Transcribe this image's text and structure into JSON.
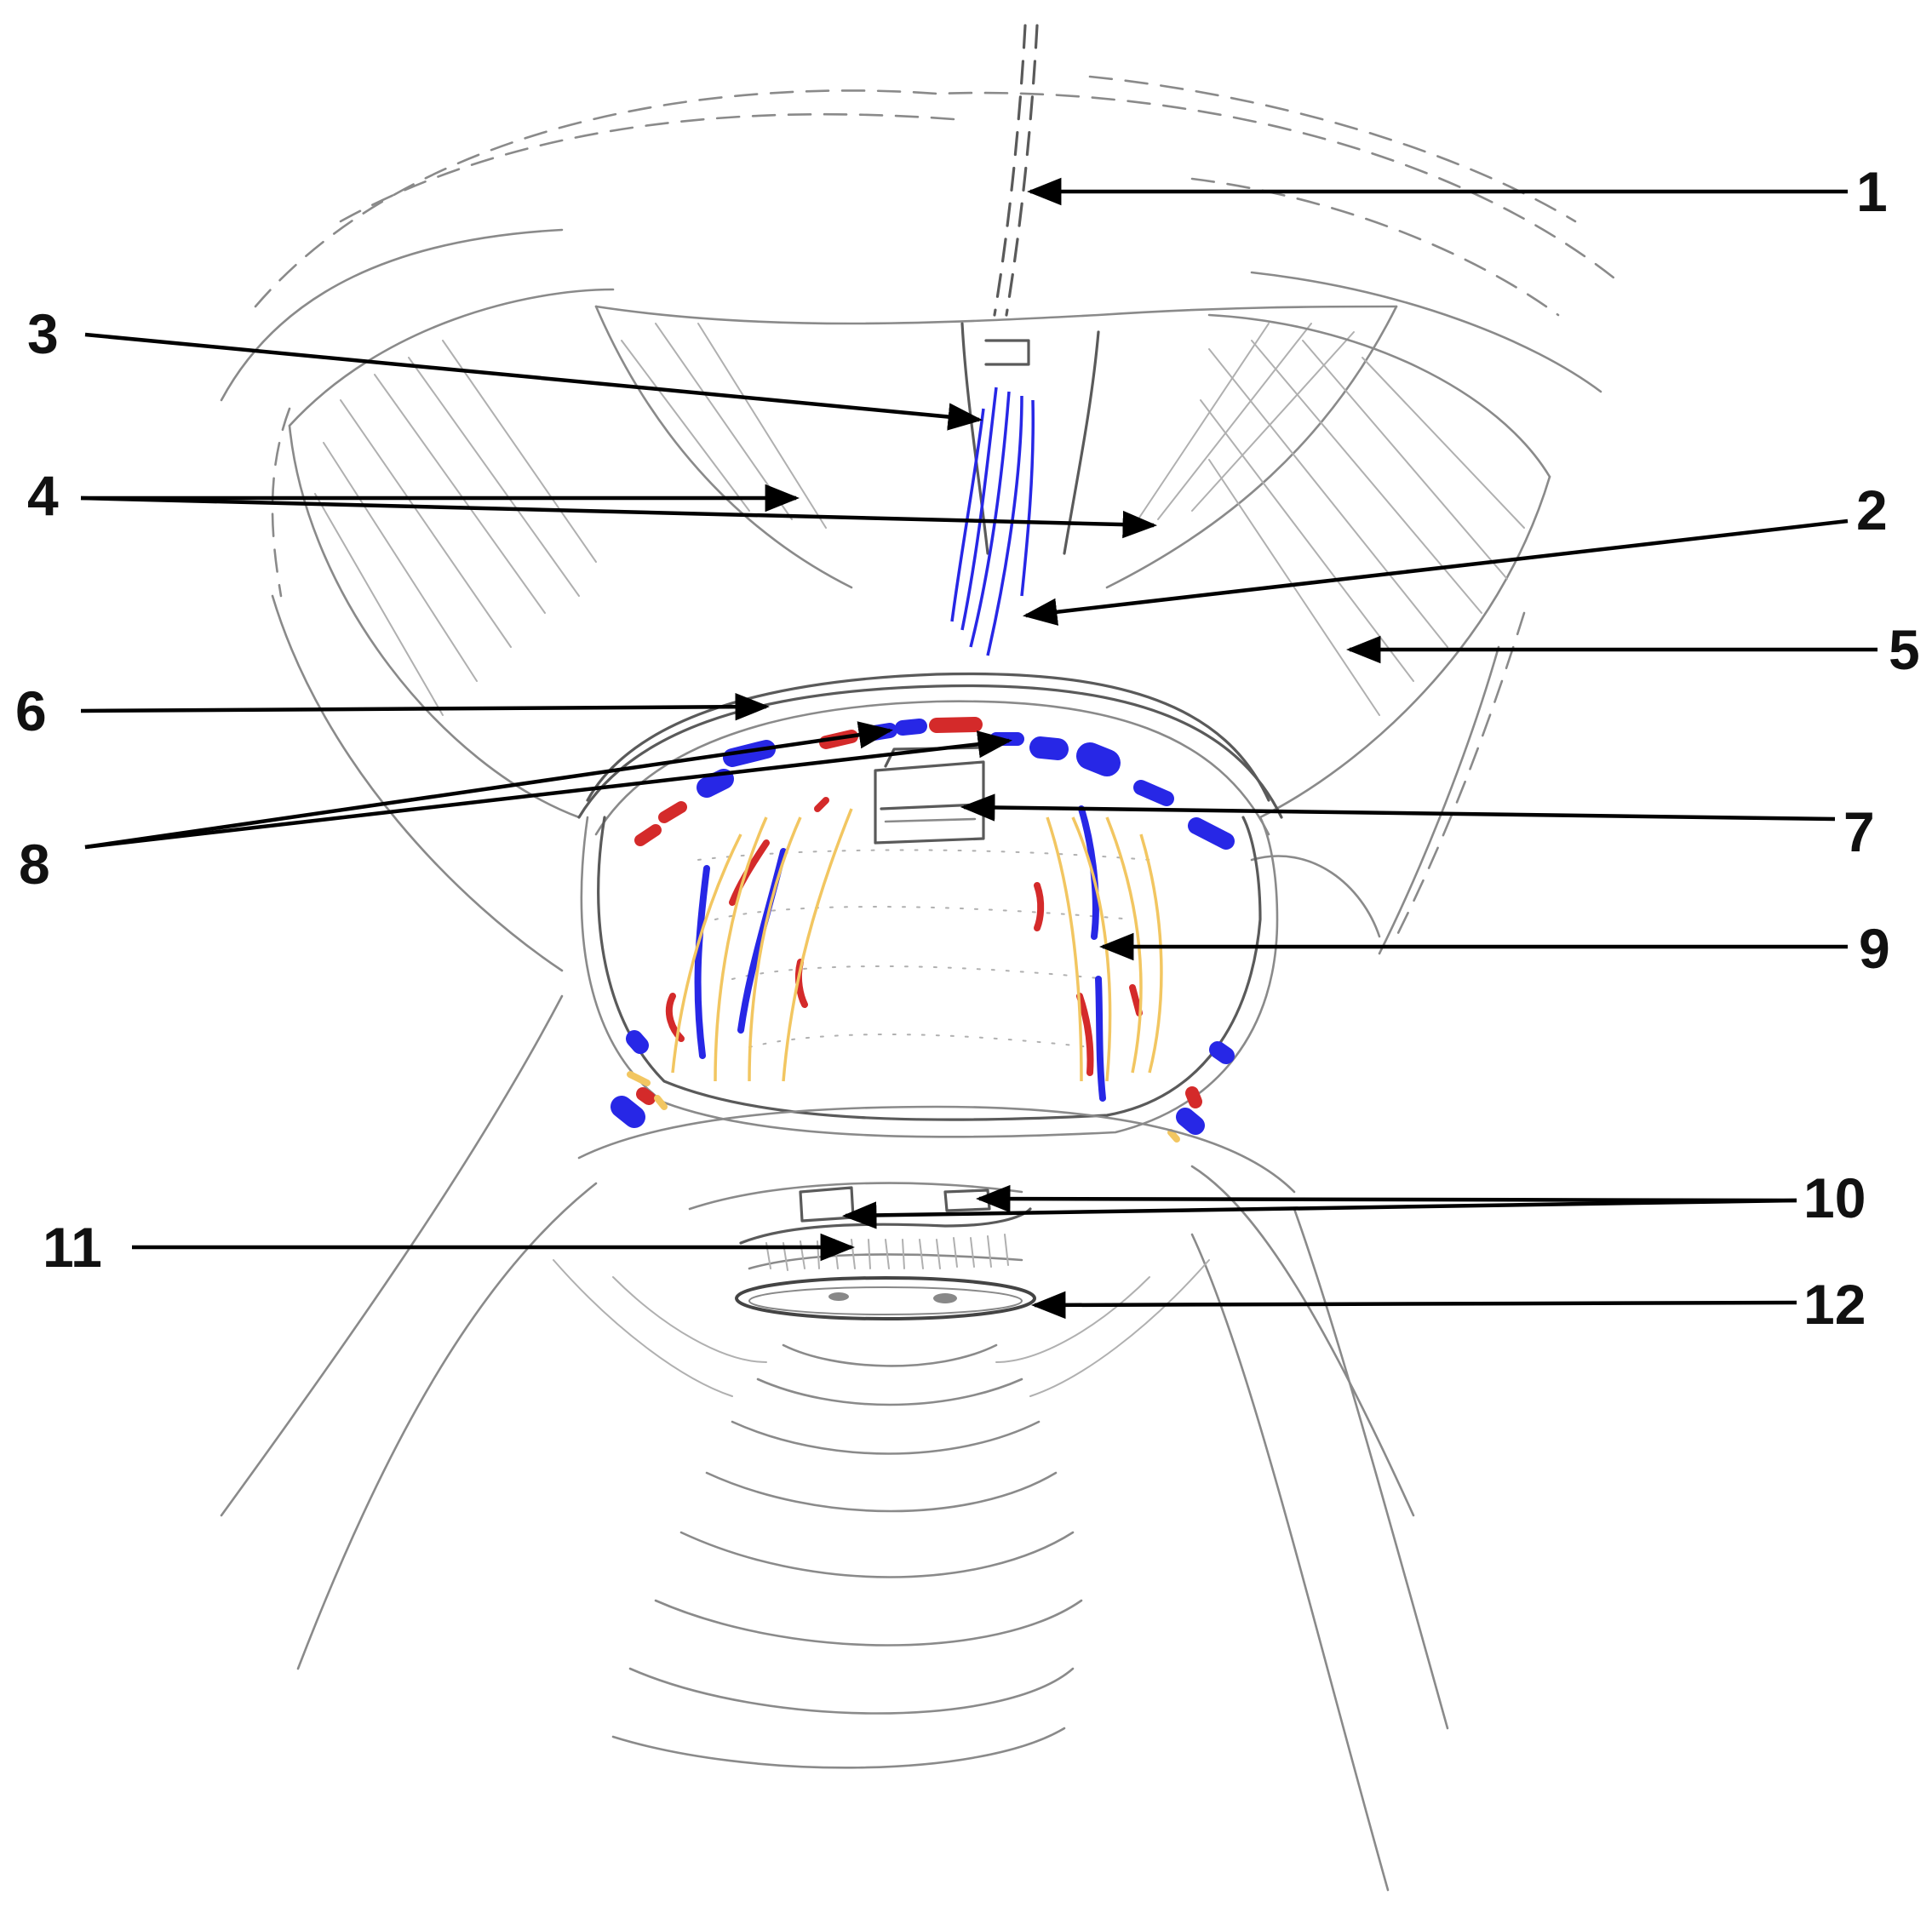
{
  "labels": {
    "l1": "1",
    "l2": "2",
    "l3": "3",
    "l4": "4",
    "l5": "5",
    "l6": "6",
    "l7": "7",
    "l8": "8",
    "l9": "9",
    "l10": "10",
    "l11": "11",
    "l12": "12"
  },
  "colors": {
    "vein": "#2727e6",
    "artery": "#d42a2a",
    "nerve": "#f2c661",
    "pencil": "#8a8a8a",
    "leader": "#000000"
  }
}
